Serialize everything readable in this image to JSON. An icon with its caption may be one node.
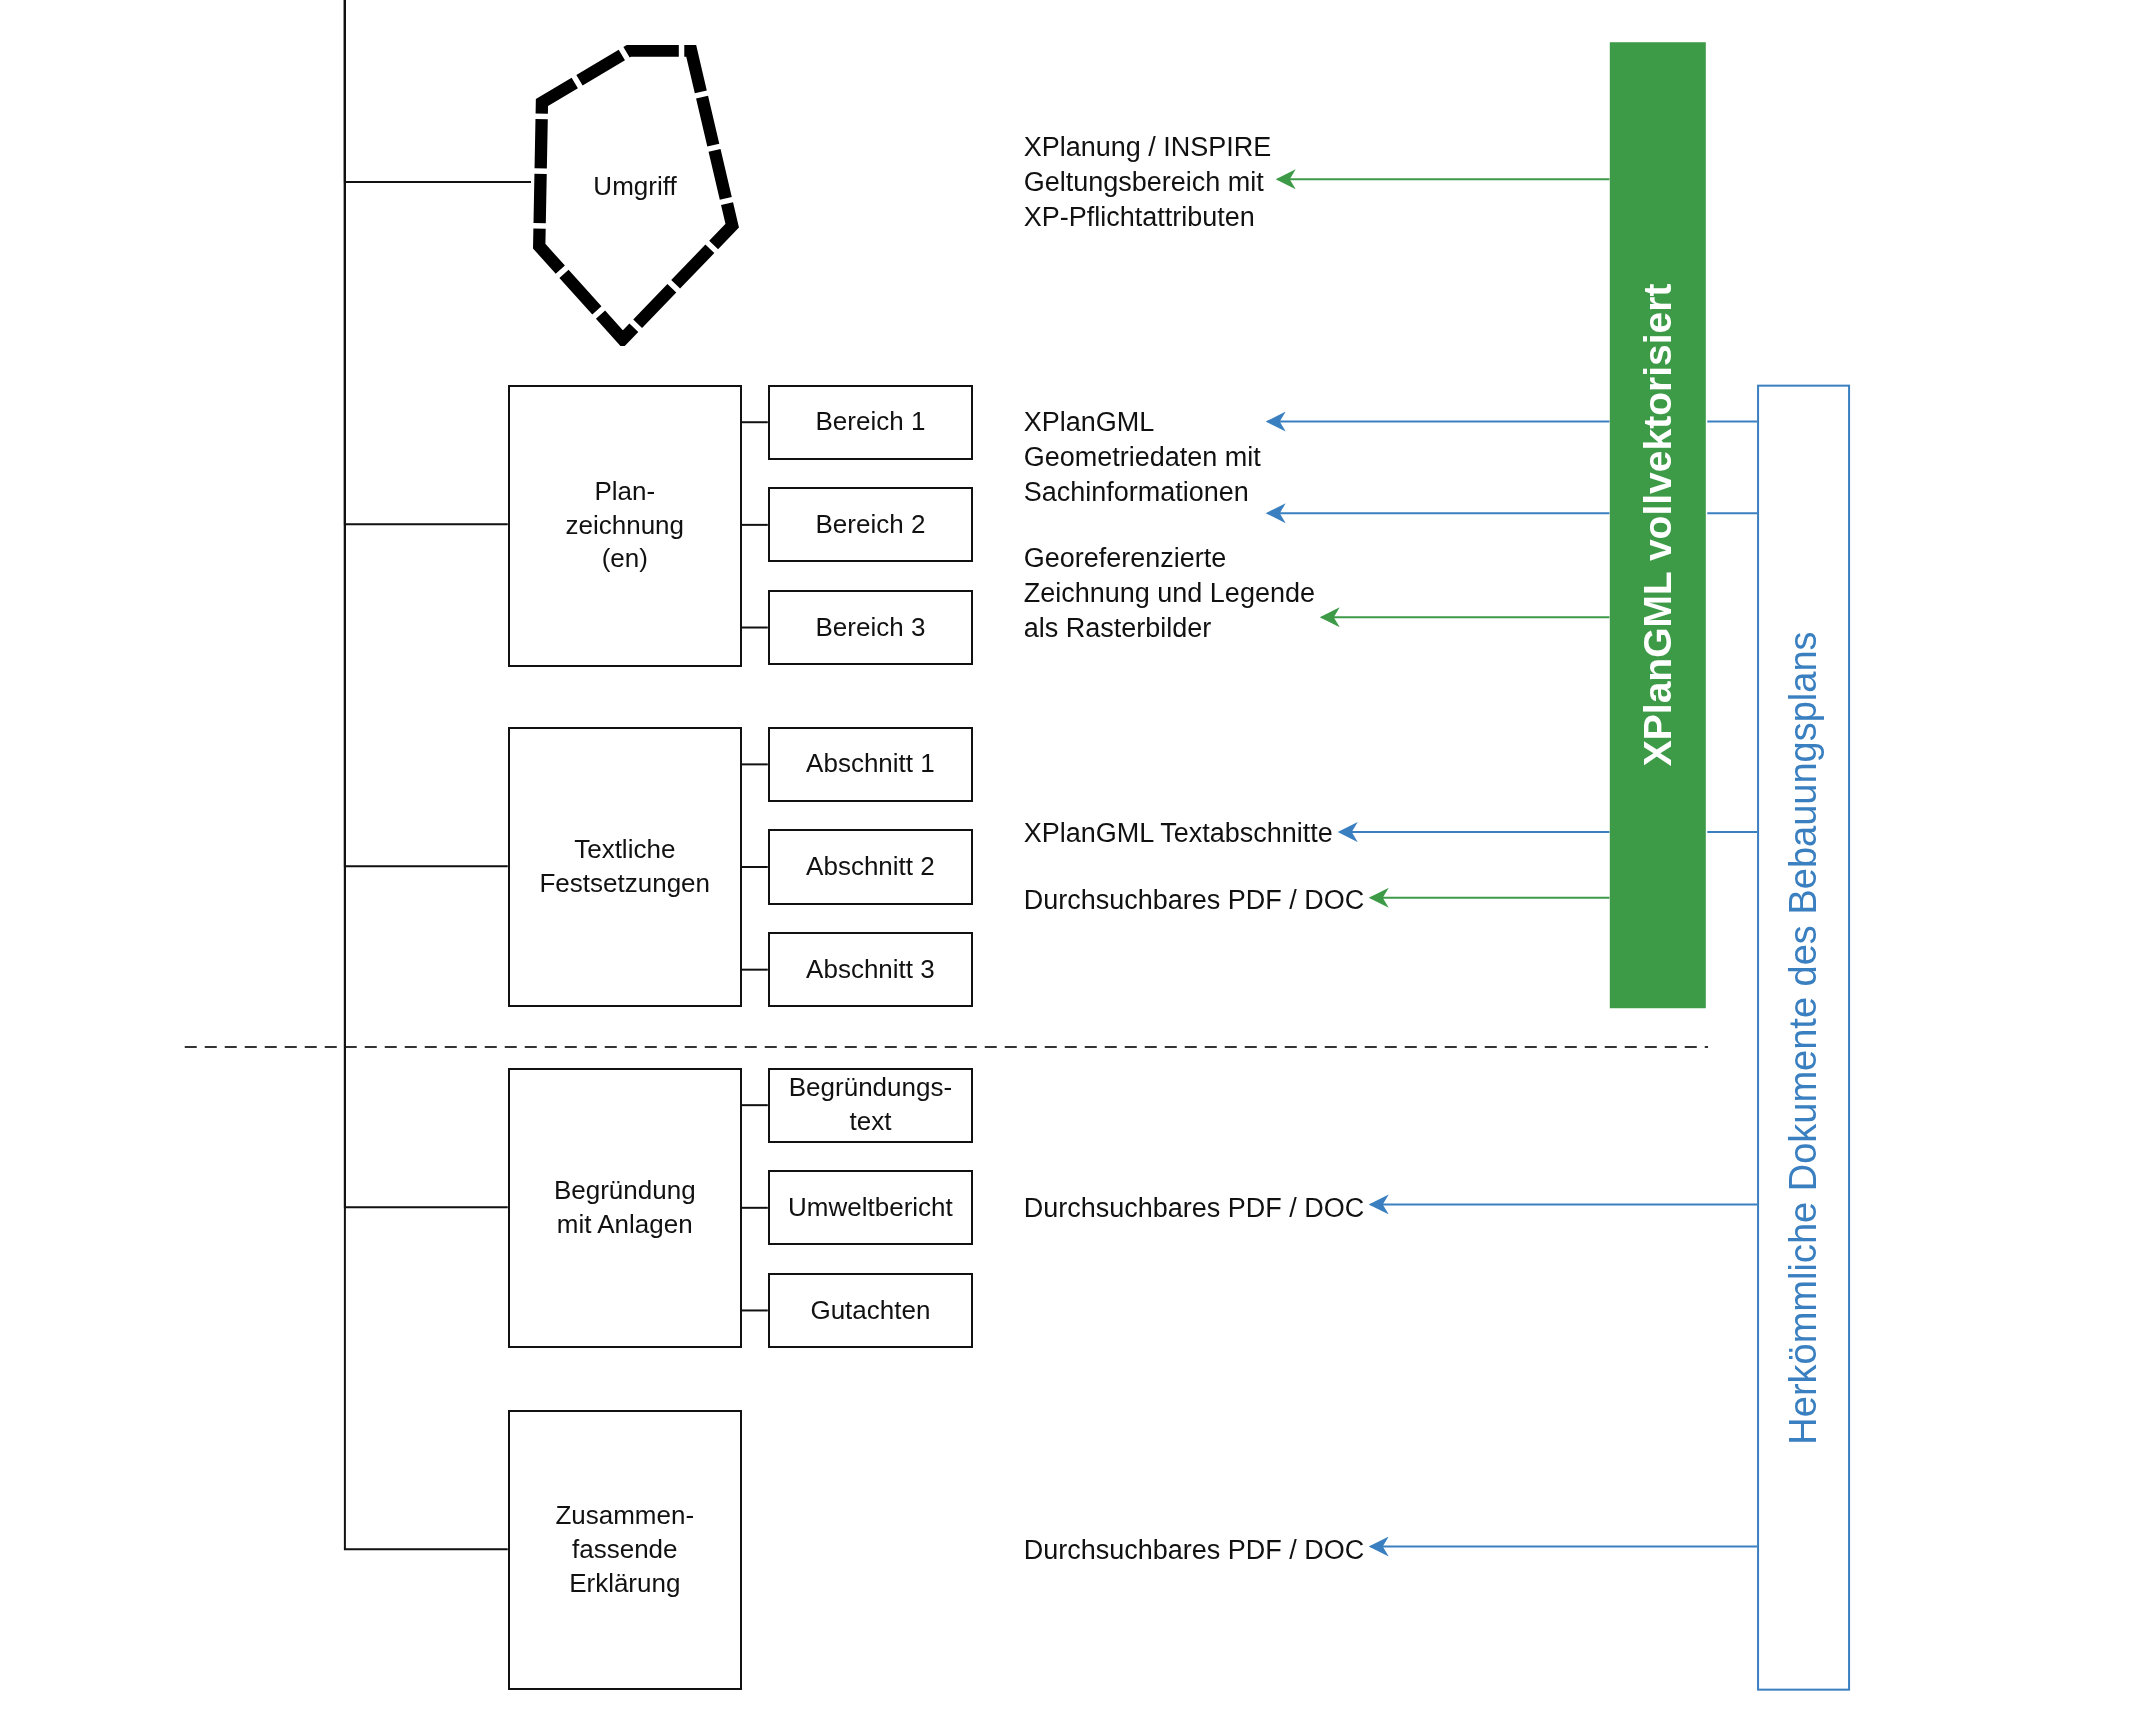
{
  "diagram": {
    "nodes": [
      {
        "text": [
          "Umgriff"
        ]
      },
      {
        "text": [
          "Plan- zeichnung (en)"
        ]
      },
      {
        "text": [
          "Bereich 1"
        ]
      },
      {
        "text": [
          "Bereich 2"
        ]
      },
      {
        "text": [
          "Bereich 3"
        ]
      },
      {
        "text": [
          "Textliche Festsetzungen"
        ]
      },
      {
        "text": [
          "Abschnitt 1"
        ]
      },
      {
        "text": [
          "Abschnitt 2"
        ]
      },
      {
        "text": [
          "Abschnitt 3"
        ]
      },
      {
        "text": [
          "Begründung mit Anlagen"
        ]
      },
      {
        "text": [
          "Begründungs- text"
        ]
      },
      {
        "text": [
          "Umweltbericht"
        ]
      },
      {
        "text": [
          "Gutachten"
        ]
      },
      {
        "text": [
          "Zusammen- fassende Erklärung"
        ]
      },
      {
        "text": [
          "XPlanung / INSPIRE Geltungsbereich mit XP-Pflichtattributen"
        ]
      },
      {
        "text": [
          "XPlanGML Geometriedaten mit Sachinformationen"
        ]
      },
      {
        "text": [
          "Georeferenzierte Zeichnung und Legende als Rasterbilder"
        ]
      },
      {
        "text": [
          "XPlanGML Textabschnitte"
        ]
      },
      {
        "text": [
          "Durchsuchbares PDF / DOC"
        ]
      },
      {
        "text": [
          "Durchsuchbares PDF / DOC"
        ]
      },
      {
        "text": [
          "Durchsuchbares PDF / DOC"
        ]
      },
      {
        "text": [
          "XPlanGML vollvektorisiert"
        ]
      },
      {
        "text": [
          "Herkömmliche Dokumente des Bebauungsplans"
        ]
      }
    ],
    "edges": [
      {
        "from": null,
        "to": 0,
        "arrow": "none"
      },
      {
        "from": null,
        "to": 1,
        "arrow": "none"
      },
      {
        "from": null,
        "to": 5,
        "arrow": "none"
      },
      {
        "from": null,
        "to": 9,
        "arrow": "none"
      },
      {
        "from": null,
        "to": 13,
        "arrow": "none"
      },
      {
        "from": 1,
        "to": 2,
        "arrow": "none"
      },
      {
        "from": 1,
        "to": 3,
        "arrow": "none"
      },
      {
        "from": 1,
        "to": 4,
        "arrow": "none"
      },
      {
        "from": 5,
        "to": 6,
        "arrow": "none"
      },
      {
        "from": 5,
        "to": 7,
        "arrow": "none"
      },
      {
        "from": 5,
        "to": 8,
        "arrow": "none"
      },
      {
        "from": 9,
        "to": 10,
        "arrow": "none"
      },
      {
        "from": 9,
        "to": 11,
        "arrow": "none"
      },
      {
        "from": 9,
        "to": 12,
        "arrow": "none"
      },
      {
        "from": 21,
        "to": 14,
        "arrow": "to",
        "color": "#3d9a47"
      },
      {
        "from": 22,
        "to": 21,
        "arrow": "none",
        "color": "#3a7fc0"
      },
      {
        "from": 21,
        "to": 15,
        "arrow": "to",
        "color": "#3a7fc0"
      },
      {
        "from": 22,
        "to": 21,
        "arrow": "none",
        "color": "#3a7fc0"
      },
      {
        "from": 21,
        "to": 15,
        "arrow": "to",
        "color": "#3a7fc0"
      },
      {
        "from": 21,
        "to": 16,
        "arrow": "to",
        "color": "#3d9a47"
      },
      {
        "from": 22,
        "to": 21,
        "arrow": "none",
        "color": "#3a7fc0"
      },
      {
        "from": 21,
        "to": 17,
        "arrow": "to",
        "color": "#3a7fc0"
      },
      {
        "from": 21,
        "to": 18,
        "arrow": "to",
        "color": "#3d9a47"
      },
      {
        "from": 22,
        "to": 19,
        "arrow": "to",
        "color": "#3a7fc0"
      },
      {
        "from": 22,
        "to": 20,
        "arrow": "to",
        "color": "#3a7fc0"
      }
    ]
  }
}
